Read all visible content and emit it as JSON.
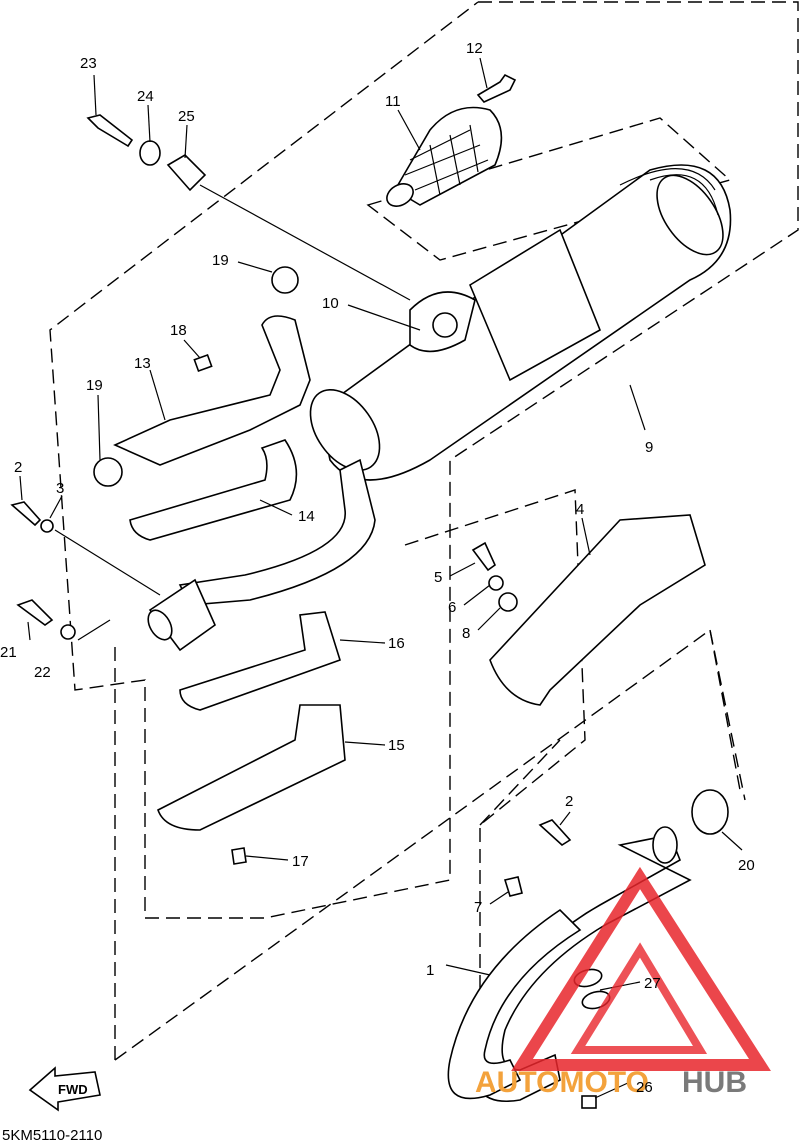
{
  "diagram": {
    "callouts": [
      {
        "id": "c1",
        "text": "1"
      },
      {
        "id": "c2a",
        "text": "2"
      },
      {
        "id": "c2b",
        "text": "2"
      },
      {
        "id": "c3",
        "text": "3"
      },
      {
        "id": "c4",
        "text": "4"
      },
      {
        "id": "c5",
        "text": "5"
      },
      {
        "id": "c6",
        "text": "6"
      },
      {
        "id": "c7",
        "text": "7"
      },
      {
        "id": "c8",
        "text": "8"
      },
      {
        "id": "c9",
        "text": "9"
      },
      {
        "id": "c10",
        "text": "10"
      },
      {
        "id": "c11",
        "text": "11"
      },
      {
        "id": "c12",
        "text": "12"
      },
      {
        "id": "c13",
        "text": "13"
      },
      {
        "id": "c14",
        "text": "14"
      },
      {
        "id": "c15",
        "text": "15"
      },
      {
        "id": "c16",
        "text": "16"
      },
      {
        "id": "c17",
        "text": "17"
      },
      {
        "id": "c18",
        "text": "18"
      },
      {
        "id": "c19a",
        "text": "19"
      },
      {
        "id": "c19b",
        "text": "19"
      },
      {
        "id": "c20",
        "text": "20"
      },
      {
        "id": "c21",
        "text": "21"
      },
      {
        "id": "c22",
        "text": "22"
      },
      {
        "id": "c23",
        "text": "23"
      },
      {
        "id": "c24",
        "text": "24"
      },
      {
        "id": "c25",
        "text": "25"
      },
      {
        "id": "c26",
        "text": "26"
      },
      {
        "id": "c27",
        "text": "27"
      }
    ],
    "fwd_label": "FWD",
    "diagram_code": "5KM5110-2110"
  },
  "watermark": {
    "text_part1": "AUTOMOTO",
    "text_part2": "HUB",
    "colors": {
      "triangle": "#e8262c",
      "text1": "#f3a23c",
      "text2": "#7a7a7a"
    }
  }
}
